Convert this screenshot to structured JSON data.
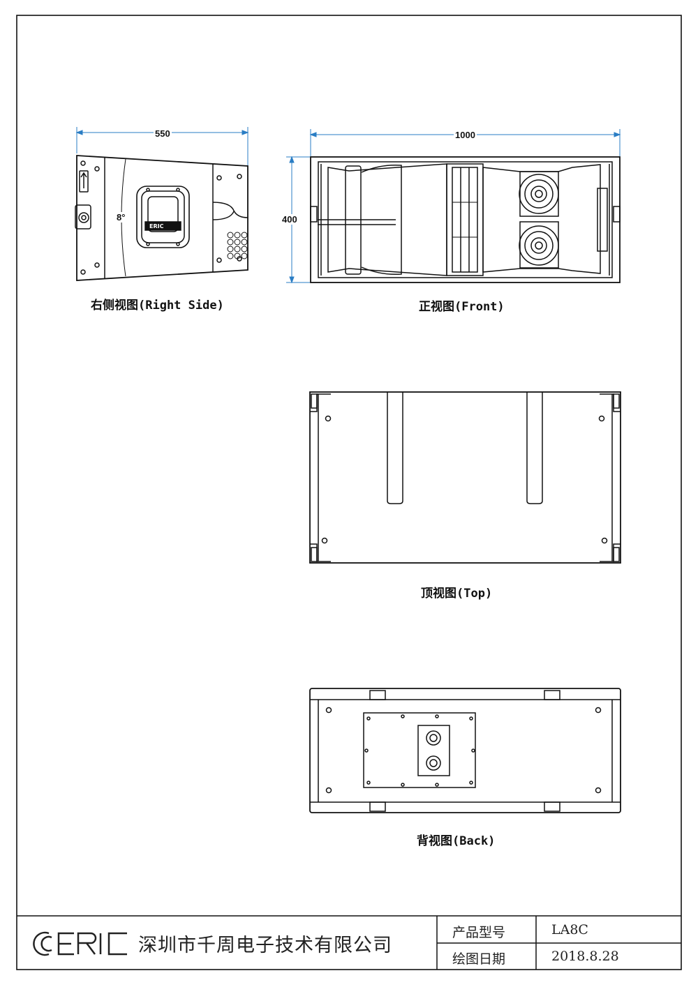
{
  "views": {
    "right_side": {
      "label": "右侧视图(Right Side)",
      "width_dim": "550",
      "angle": "8°",
      "badge": "ERIC"
    },
    "front": {
      "label": "正视图(Front)",
      "width_dim": "1000",
      "height_dim": "400"
    },
    "top": {
      "label": "顶视图(Top)"
    },
    "back": {
      "label": "背视图(Back)"
    }
  },
  "title_block": {
    "company": "深圳市千周电子技术有限公司",
    "logo": "ERIC",
    "model_label": "产品型号",
    "model_value": "LA8C",
    "date_label": "绘图日期",
    "date_value": "2018.8.28"
  },
  "colors": {
    "line": "#111111",
    "dimension": "#2a7dc4"
  }
}
